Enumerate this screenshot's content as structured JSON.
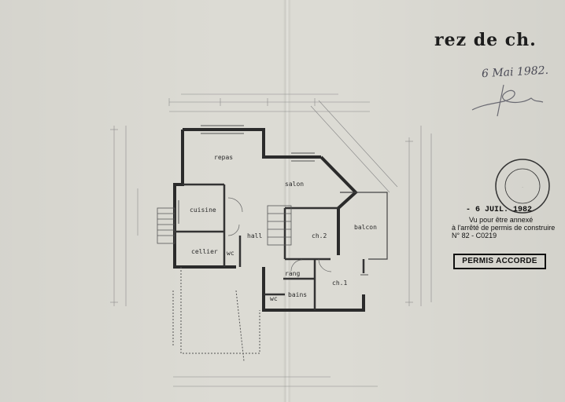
{
  "title": "rez de ch.",
  "handwritten_date": "6 Mai 1982.",
  "stamp": {
    "date": "- 6 JUIL. 1982",
    "line1": "Vu pour être annexé",
    "line2": "à l'arrêté de permis de construire",
    "line3": "N°  82 - C0219",
    "permis": "PERMIS ACCORDE"
  },
  "rooms": {
    "repas": "repas",
    "salon": "salon",
    "cuisine": "cuisine",
    "hall": "hall",
    "ch2": "ch.2",
    "balcon": "balcon",
    "cellier": "cellier",
    "wc1": "wc",
    "rang": "rang",
    "ch1": "ch.1",
    "wc2": "wc",
    "bains": "bains"
  }
}
